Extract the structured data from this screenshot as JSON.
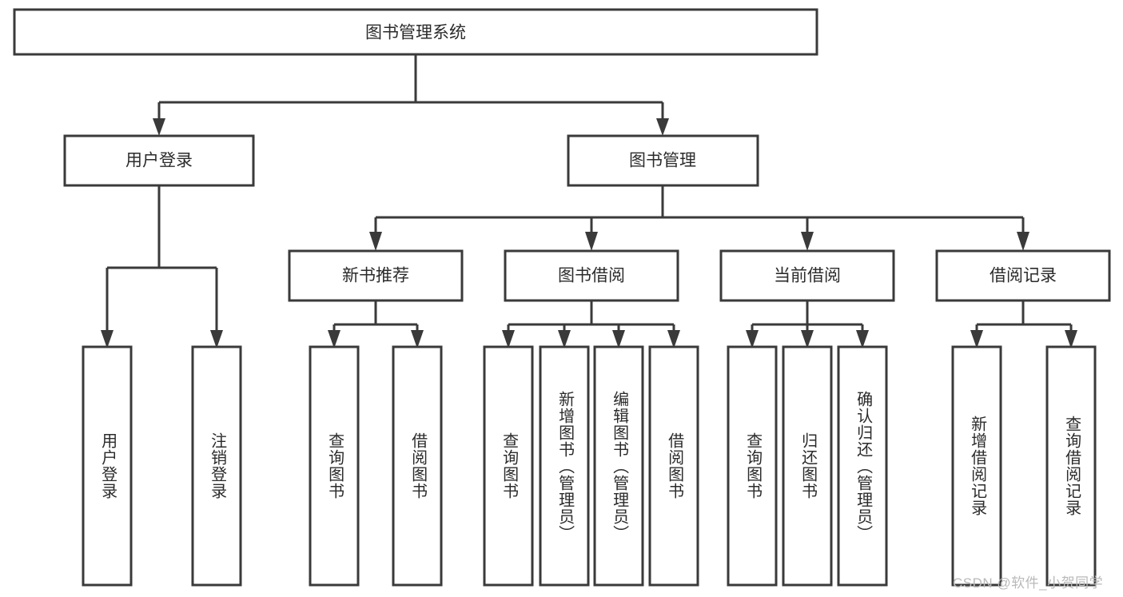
{
  "diagram": {
    "type": "tree-hierarchy",
    "title": "图书管理系统",
    "watermark": "CSDN @软件_小贺同学",
    "colors": {
      "box_stroke": "#3a3a3a",
      "box_fill": "#ffffff",
      "text": "#2b2b2b",
      "connector": "#3a3a3a",
      "watermark": "#b9b9b9",
      "background": "#ffffff"
    },
    "levels": {
      "root": {
        "label": "图书管理系统"
      },
      "level2": [
        {
          "label": "用户登录"
        },
        {
          "label": "图书管理"
        }
      ],
      "level3": [
        {
          "label": "新书推荐"
        },
        {
          "label": "图书借阅"
        },
        {
          "label": "当前借阅"
        },
        {
          "label": "借阅记录"
        }
      ],
      "leaves": {
        "user_login": [
          {
            "label": "用户登录"
          },
          {
            "label": "注销登录"
          }
        ],
        "new_book_recommend": [
          {
            "label": "查询图书"
          },
          {
            "label": "借阅图书"
          }
        ],
        "book_borrow": [
          {
            "label": "查询图书"
          },
          {
            "label": "新增图书（管理员）"
          },
          {
            "label": "编辑图书（管理员）"
          },
          {
            "label": "借阅图书"
          }
        ],
        "current_borrow": [
          {
            "label": "查询图书"
          },
          {
            "label": "归还图书"
          },
          {
            "label": "确认归还（管理员）"
          }
        ],
        "borrow_record": [
          {
            "label": "新增借阅记录"
          },
          {
            "label": "查询借阅记录"
          }
        ]
      }
    }
  }
}
